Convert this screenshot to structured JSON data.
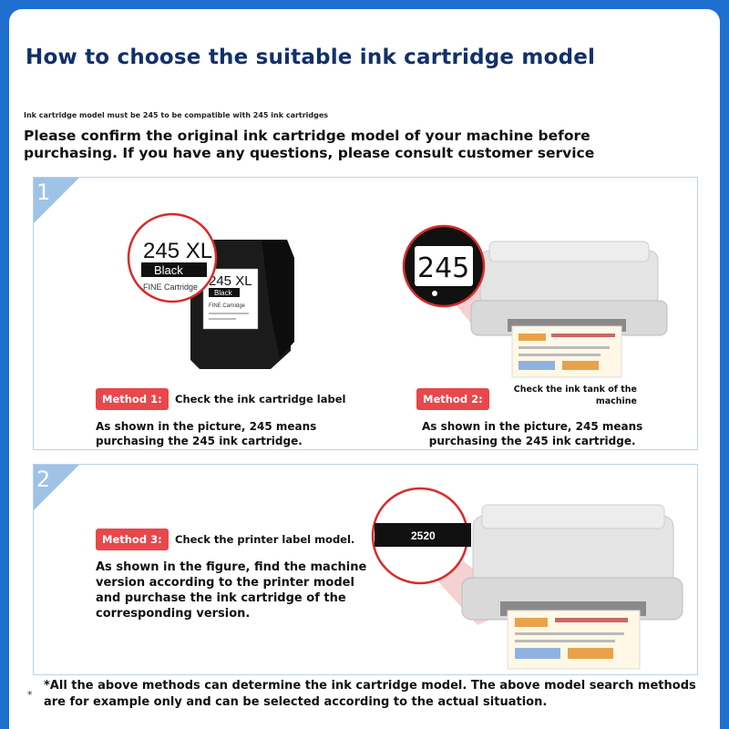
{
  "title": "How to choose the suitable ink cartridge model",
  "subnote": "Ink cartridge model must be 245 to be compatible with 245 ink cartridges",
  "lead": "Please confirm the original ink cartridge model of your machine before purchasing. If you have any questions, please consult customer service",
  "steps": [
    {
      "number": "1"
    },
    {
      "number": "2"
    }
  ],
  "cartridge": {
    "label_big": "245 XL",
    "label_color": "Black",
    "label_type": "FINE Cartridge",
    "label_small": "245 XL",
    "label_small_color": "Black",
    "label_small_type": "FINE Cartridge"
  },
  "tank_label": "245",
  "printer_label": "2520",
  "methods": [
    {
      "badge": "Method 1:",
      "text": "Check the ink cartridge label",
      "desc_line1": "As shown in the picture, 245 means",
      "desc_line2": "purchasing the 245 ink cartridge."
    },
    {
      "badge": "Method 2:",
      "text_line1": "Check the ink tank of the",
      "text_line2": "machine",
      "desc_line1": "As shown in the picture, 245 means",
      "desc_line2": "purchasing the 245 ink cartridge."
    },
    {
      "badge": "Method 3:",
      "text": "Check the printer label model.",
      "desc_line1": "As shown in the figure, find the machine",
      "desc_line2": "version according to the printer model",
      "desc_line3": "and purchase the ink cartridge of the",
      "desc_line4": "corresponding version."
    }
  ],
  "footer_star": "*",
  "footer": "*All the above methods can determine the ink cartridge model. The above model search methods are for example only and can be selected according to the actual situation.",
  "colors": {
    "background": "#1e6fd0",
    "title": "#12306a",
    "badge": "#e8474b",
    "panel_border": "#b9d2ea"
  }
}
